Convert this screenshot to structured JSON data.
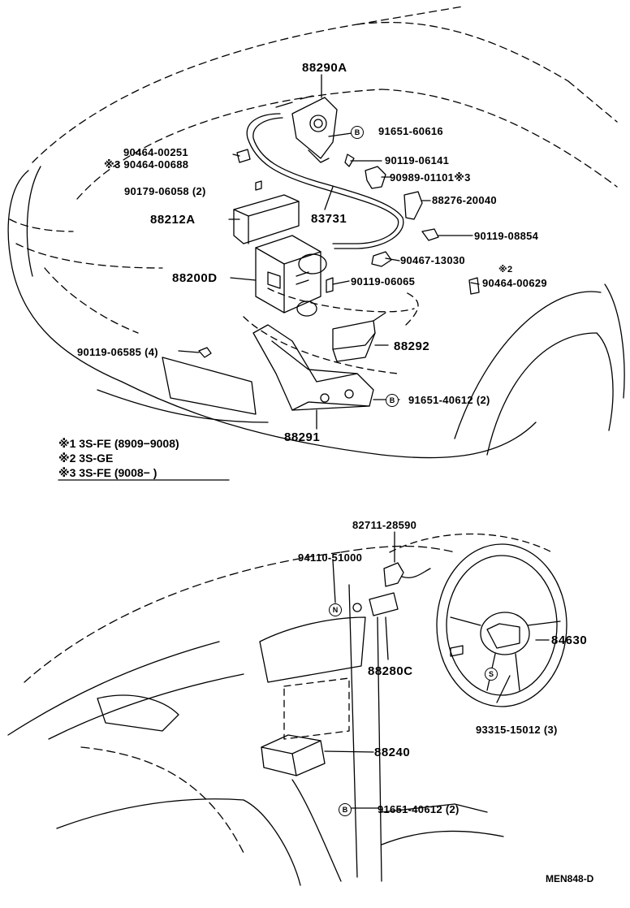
{
  "diagram": {
    "parts": {
      "p88290A": "88290A",
      "p91651_60616": "91651-60616",
      "p90464_00251": "90464-00251",
      "p90464_00688": "※3 90464-00688",
      "p90119_06141": "90119-06141",
      "p90989_01101": "90989-01101※3",
      "p90179_06058": "90179-06058 (2)",
      "p88276_20040": "88276-20040",
      "p88212A": "88212A",
      "p83731": "83731",
      "p90119_08854": "90119-08854",
      "p90467_13030": "90467-13030",
      "p88200D": "88200D",
      "p90119_06065": "90119-06065",
      "p90464_00629": "90464-00629",
      "p88292": "88292",
      "p90119_06585": "90119-06585 (4)",
      "p91651_40612a": "91651-40612 (2)",
      "p88291": "88291",
      "p82711_28590": "82711-28590",
      "p94110_51000": "94110-51000",
      "p88280C": "88280C",
      "p84630": "84630",
      "p93315_15012": "93315-15012 (3)",
      "p88240": "88240",
      "p91651_40612b": "91651-40612 (2)"
    },
    "star2": "※2",
    "circle_letters": {
      "b1": "B",
      "b2": "B",
      "b3": "B",
      "n": "N",
      "s": "S"
    },
    "notes": {
      "n1": "※1 3S-FE (8909−9008)",
      "n2": "※2 3S-GE",
      "n3": "※3 3S-FE (9008−        )"
    },
    "code": "MEN848-D"
  }
}
